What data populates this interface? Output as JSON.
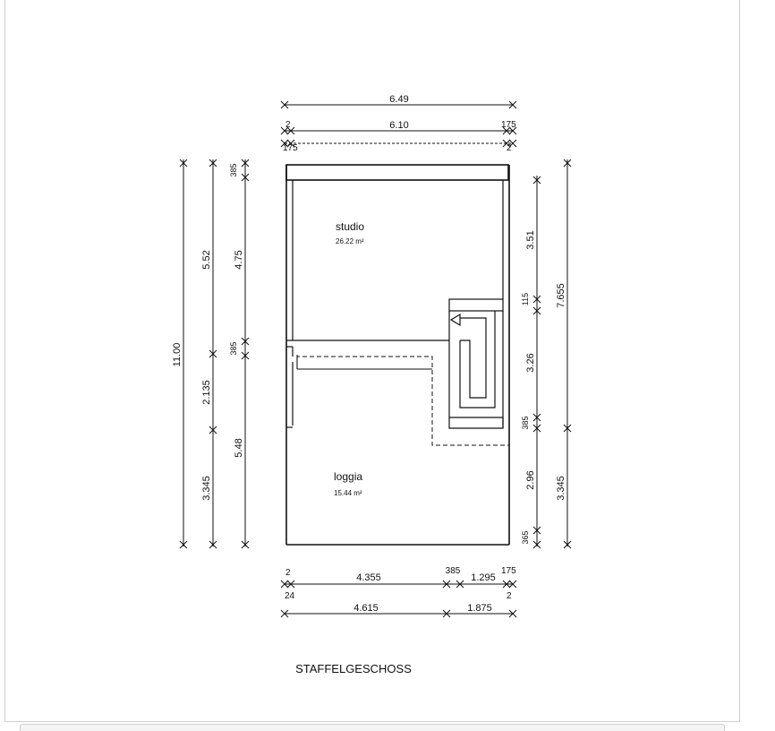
{
  "title": "STAFFELGESCHOSS",
  "rooms": [
    {
      "name": "studio",
      "area": "26.22 m²"
    },
    {
      "name": "loggia",
      "area": "15.44 m²"
    }
  ],
  "dims": {
    "top_overall": "6.49",
    "top_inner": "6.10",
    "top_left_a": "2",
    "top_left_b": "175",
    "top_right_a": "175",
    "top_right_b": "2",
    "left_overall": "11.00",
    "left_a1": "5.52",
    "left_a2": "2.135",
    "left_a3": "3.345",
    "left_b0": "385",
    "left_b1": "4.75",
    "left_b2": "385",
    "left_b3": "5.48",
    "right_a1": "3.51",
    "right_a2": "115",
    "right_a3": "3.26",
    "right_a4": "385",
    "right_a5": "2.96",
    "right_a6": "365",
    "right_b1": "7.655",
    "right_b2": "3.345",
    "bottom_left_a": "2",
    "bottom_left_b": "24",
    "bottom_1": "4.355",
    "bottom_2": "385",
    "bottom_3": "1.295",
    "bottom_right_a": "175",
    "bottom_right_b": "2",
    "bottom_total_1": "4.615",
    "bottom_total_2": "1.875"
  }
}
